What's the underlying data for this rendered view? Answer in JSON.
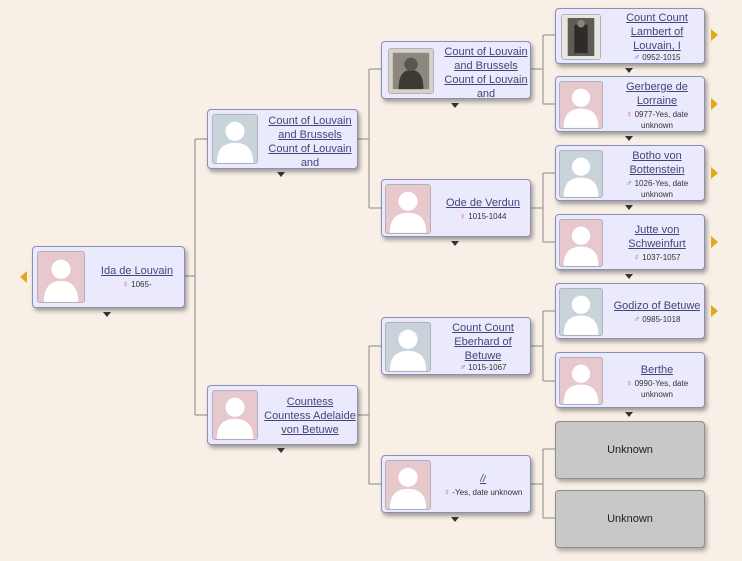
{
  "colors": {
    "background": "#f8efe6",
    "card": "#ebeafc",
    "female_symbol": "#d04c6a",
    "male_symbol": "#5765b5",
    "expand_arrow": "#e3a91d",
    "unknown_card": "#c8c8c8"
  },
  "icons": {
    "female": "female-symbol-icon",
    "male": "male-symbol-icon",
    "expand": "expand-arrow-icon",
    "collapse": "caret-down-icon"
  },
  "root": {
    "name": "Ida de Louvain",
    "sex": "♀",
    "dates": "1065-"
  },
  "gen1": [
    {
      "name": "Count of Louvain and Brussels Count of Louvain and",
      "sex": "",
      "dates": ""
    },
    {
      "name": "Countess Countess Adelaide von Betuwe",
      "sex": "",
      "dates": ""
    }
  ],
  "gen2": [
    {
      "name": "Count of Louvain and Brussels Count of Louvain and",
      "sex": "",
      "dates": ""
    },
    {
      "name": "Ode de Verdun",
      "sex": "♀",
      "dates": "1015-1044"
    },
    {
      "name": "Count Count Eberhard of Betuwe",
      "sex": "♂",
      "dates": "1015-1067"
    },
    {
      "name": "//",
      "sex": "♀",
      "dates": "-Yes, date unknown"
    }
  ],
  "gen3": [
    {
      "name": "Count Count Lambert of Louvain, I",
      "sex": "♂",
      "dates": "0952-1015"
    },
    {
      "name": "Gerberge de Lorraine",
      "sex": "♀",
      "dates": "0977-Yes, date unknown"
    },
    {
      "name": "Botho von Bottenstein",
      "sex": "♂",
      "dates": "1026-Yes, date unknown"
    },
    {
      "name": "Jutte von Schweinfurt",
      "sex": "♀",
      "dates": "1037-1057"
    },
    {
      "name": "Godizo of Betuwe",
      "sex": "♂",
      "dates": "0985-1018"
    },
    {
      "name": "Berthe",
      "sex": "♀",
      "dates": "0990-Yes, date unknown"
    }
  ],
  "unknown_label": [
    "Unknown",
    "Unknown"
  ]
}
